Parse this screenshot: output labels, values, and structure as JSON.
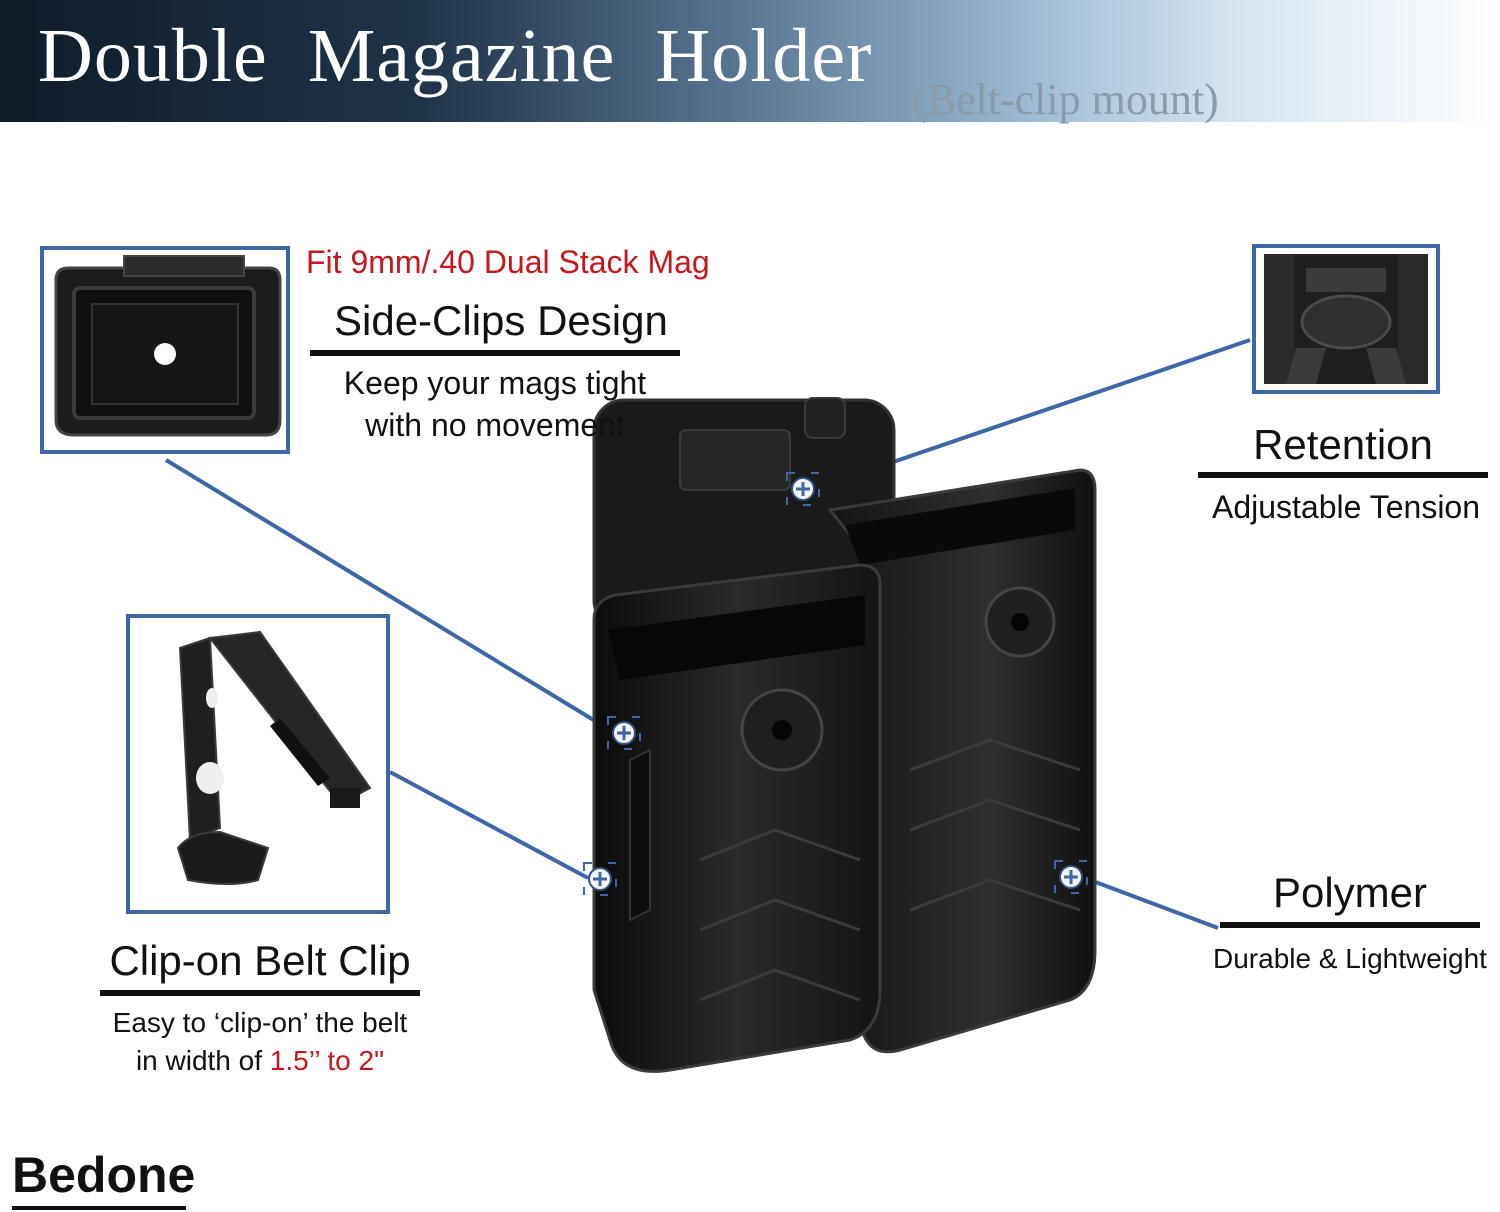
{
  "header": {
    "title": "Double  Magazine  Holder",
    "subtitle": "(Belt-clip mount)"
  },
  "fit_note": "Fit 9mm/.40 Dual Stack Mag",
  "features": {
    "side_clips": {
      "heading": "Side-Clips Design",
      "line1": "Keep your mags tight",
      "line2": "with no movement"
    },
    "retention": {
      "heading": "Retention",
      "desc": "Adjustable Tension"
    },
    "belt_clip": {
      "heading": "Clip-on Belt Clip",
      "line1": "Easy to ‘clip-on’ the belt",
      "line2_prefix": "in width of ",
      "line2_highlight": "1.5’’ to 2\""
    },
    "polymer": {
      "heading": "Polymer",
      "desc": "Durable & Lightweight"
    }
  },
  "brand": "Bedone",
  "colors": {
    "accent_blue": "#3d67a6",
    "highlight_red": "#c7161d",
    "product_black": "#1b1b1b"
  }
}
